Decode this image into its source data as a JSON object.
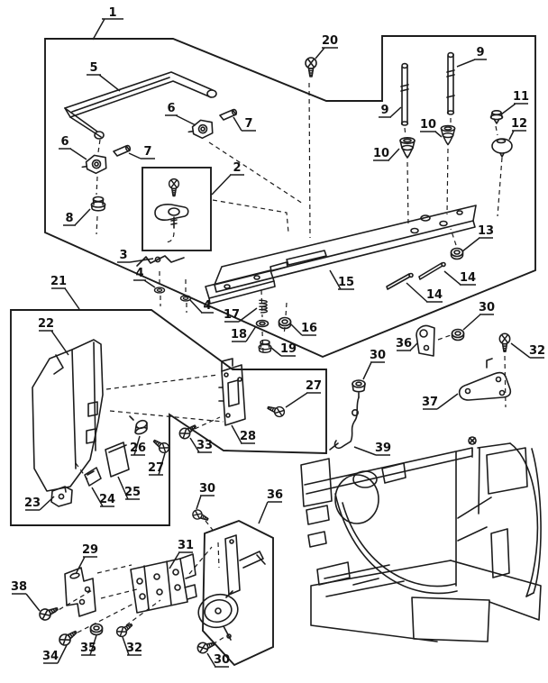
{
  "colors": {
    "line": "#1c1c1c",
    "background": "#ffffff"
  },
  "callouts": {
    "c1": "1",
    "c2": "2",
    "c3": "3",
    "c4": "4",
    "c5": "5",
    "c6": "6",
    "c7": "7",
    "c8": "8",
    "c9": "9",
    "c10": "10",
    "c11": "11",
    "c12": "12",
    "c13": "13",
    "c14": "14",
    "c15": "15",
    "c16": "16",
    "c17": "17",
    "c18": "18",
    "c19": "19",
    "c20": "20",
    "c21": "21",
    "c22": "22",
    "c23": "23",
    "c24": "24",
    "c25": "25",
    "c26": "26",
    "c27": "27",
    "c28": "28",
    "c29": "29",
    "c30": "30",
    "c31": "31",
    "c32": "32",
    "c33": "33",
    "c34": "34",
    "c35": "35",
    "c36": "36",
    "c37": "37",
    "c38": "38",
    "c39": "39"
  }
}
